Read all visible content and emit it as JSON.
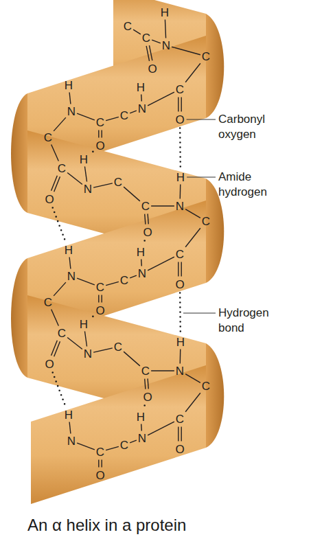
{
  "diagram": {
    "caption": "An α helix in a protein",
    "labels": [
      "C",
      "C",
      "O",
      "N",
      "H",
      "C",
      "C",
      "O",
      "N",
      "H",
      "C",
      "C",
      "O",
      "N",
      "H",
      "C",
      "C",
      "O",
      "N",
      "H",
      "C",
      "C",
      "O",
      "N",
      "H",
      "C",
      "C",
      "O",
      "N",
      "H",
      "C",
      "C",
      "O",
      "N",
      "H",
      "C",
      "C",
      "O",
      "N",
      "H",
      "C",
      "C",
      "O",
      "N",
      "H",
      "C",
      "C",
      "O",
      "N",
      "H",
      "C",
      "C",
      "O",
      "N",
      "H",
      "Carbonyl oxygen",
      "Amide hydrogen",
      "Hydrogen bond"
    ]
  }
}
